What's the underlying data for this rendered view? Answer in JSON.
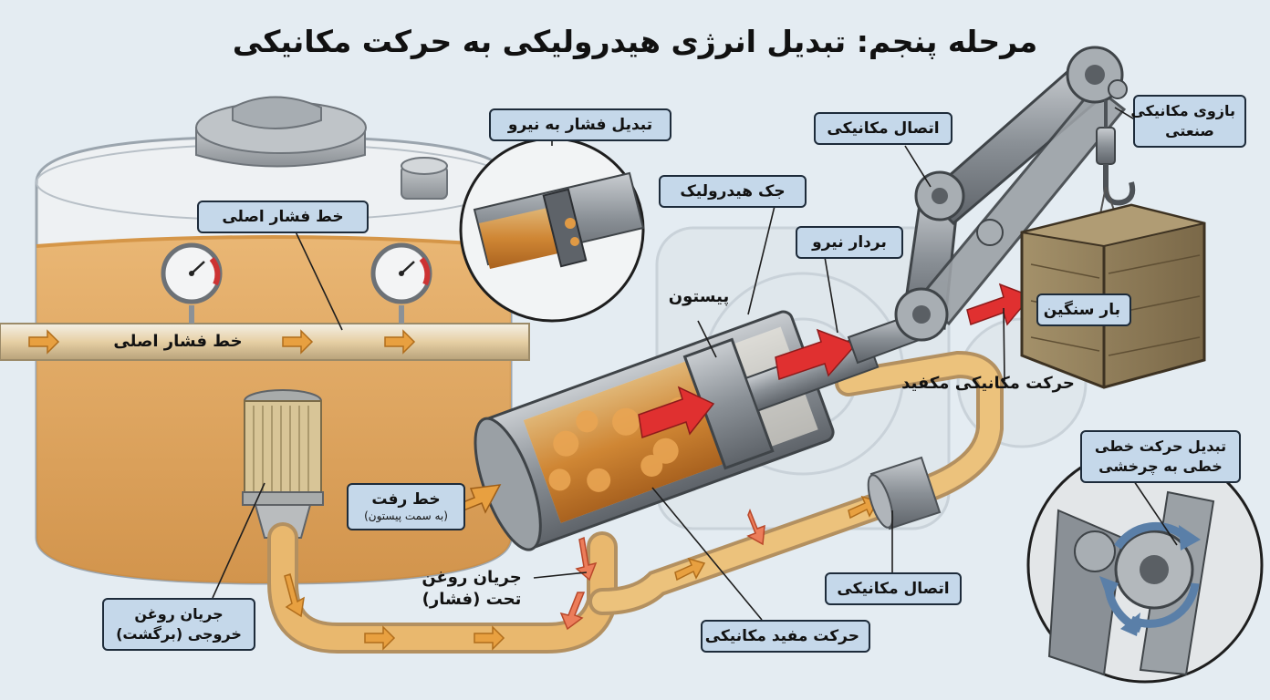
{
  "title": "مرحله پنجم: تبدیل انرژی هیدرولیکی به حرکت مکانیکی",
  "labels": {
    "main_pressure_line_box": "خط فشار اصلی",
    "main_pressure_line_pipe": "خط فشار اصلی",
    "pressure_to_force": "تبدیل فشار به نیرو",
    "hydraulic_jack": "جک هیدرولیک",
    "piston": "پیستون",
    "force_vector": "بردار نیرو",
    "mechanical_connection_top": "اتصال مکانیکی",
    "industrial_arm_line1": "بازوی مکانیکی",
    "industrial_arm_line2": "صنعتی",
    "heavy_load": "بار سنگین",
    "suction_motion": "حرکت مکانیکی مکفید",
    "linear_to_rotary_line1": "تبدیل حرکت خطی",
    "linear_to_rotary_line2": "خطی به چرخشی",
    "outgoing_line": "خط رفت",
    "outgoing_line_sub": "(به سمت پیستون)",
    "oil_flow_pressure_line1": "جریان روغن",
    "oil_flow_pressure_line2": "تحت (فشار)",
    "return_oil_line1": "جریان روغن",
    "return_oil_line2": "خروجی (برگشت)",
    "mechanical_connection_bottom": "اتصال مکانیکی",
    "useful_motion": "حرکت مفید مکانیکی"
  },
  "colors": {
    "background": "#e4ecf2",
    "oil": "#e3a04a",
    "oil_dark": "#c8792a",
    "steel": "#8e949a",
    "label_box": "#c5d8ea",
    "force_arrow": "#e03030",
    "flow_arrow": "#e8a040",
    "crate": "#8c7a55",
    "rotation_arrow": "#5a7fa8"
  },
  "icons": [
    "pressure-gauge-icon",
    "oil-filter-icon",
    "hook-icon",
    "rotation-arrows-icon"
  ]
}
